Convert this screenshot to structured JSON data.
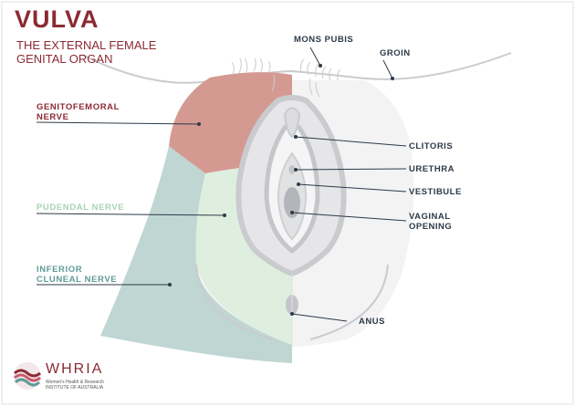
{
  "header": {
    "title": "VULVA",
    "subtitle_line1": "THE EXTERNAL FEMALE",
    "subtitle_line2": "GENITAL ORGAN"
  },
  "nerves": [
    {
      "id": "genitofemoral",
      "line1": "GENITOFEMORAL",
      "line2": "NERVE",
      "color": "#8c2a33",
      "fill": "#d49a92"
    },
    {
      "id": "pudendal",
      "line1": "PUDENDAL NERVE",
      "line2": "",
      "color": "#b9dcc2",
      "fill": "#deefe0"
    },
    {
      "id": "inferior-cluneal",
      "line1": "INFERIOR",
      "line2": "CLUNEAL NERVE",
      "color": "#6fa7a3",
      "fill": "#bfd6d2"
    }
  ],
  "anatomy": {
    "mons_pubis": "MONS PUBIS",
    "groin": "GROIN",
    "clitoris": "CLITORIS",
    "urethra": "URETHRA",
    "vestibule": "VESTIBULE",
    "vaginal_line1": "VAGINAL",
    "vaginal_line2": "OPENING",
    "anus": "ANUS"
  },
  "logo": {
    "name": "WHRIA",
    "sub_line1": "Women's Health & Research",
    "sub_line2": "INSTITUTE OF AUSTRALIA"
  },
  "colors": {
    "outline": "#c9cbcf",
    "shade": "#e6e6e8",
    "leader": "#2d3a47"
  }
}
